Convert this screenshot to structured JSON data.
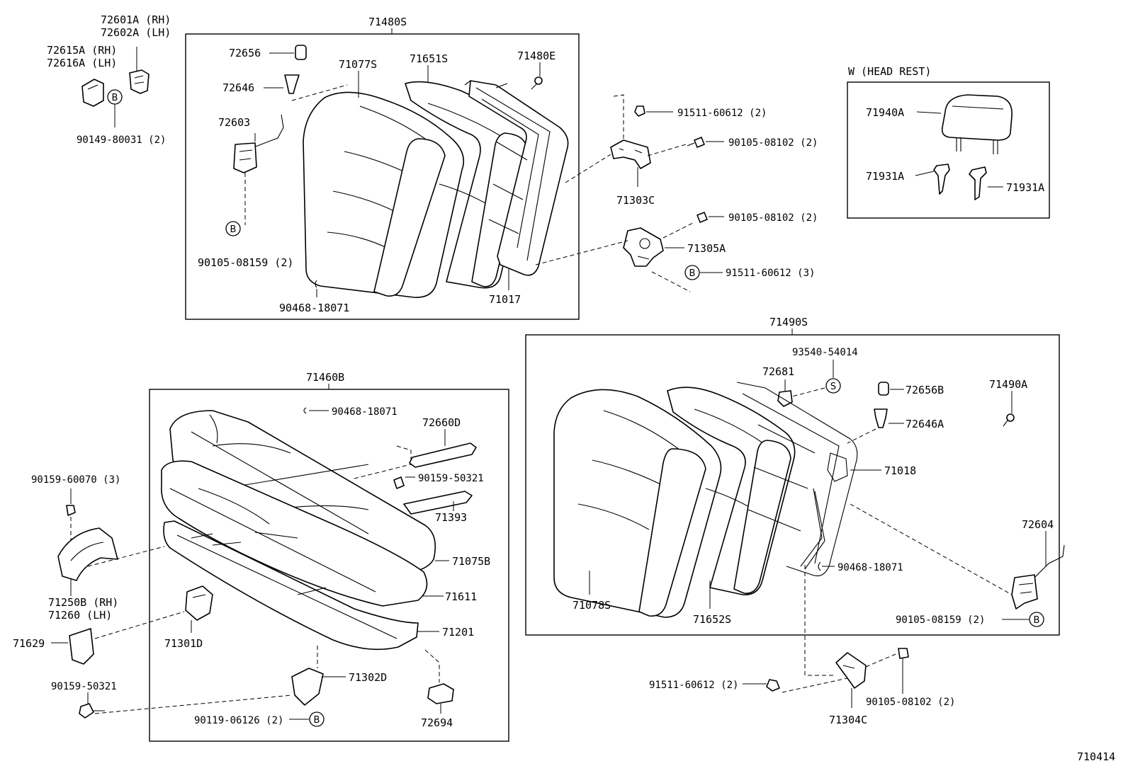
{
  "groups": {
    "seatback_rh": "71480S",
    "seatback_lh": "71490S",
    "cushion": "71460B",
    "headrest": "W (HEAD REST)"
  },
  "labels": {
    "p72601a": "72601A (RH)",
    "p72602a": "72602A (LH)",
    "p72615a": "72615A (RH)",
    "p72616a": "72616A (LH)",
    "p90149": "90149-80031 (2)",
    "p72656": "72656",
    "p72646": "72646",
    "p72603": "72603",
    "p90105_08159_a": "90105-08159 (2)",
    "p71077s": "71077S",
    "p71651s": "71651S",
    "p71480e": "71480E",
    "p90468_a": "90468-18071",
    "p71017": "71017",
    "p91511_a": "91511-60612 (2)",
    "p90105_08102_a": "90105-08102 (2)",
    "p71303c": "71303C",
    "p90105_08102_b": "90105-08102 (2)",
    "p71305a": "71305A",
    "p91511_b": "91511-60612 (3)",
    "p71940a": "71940A",
    "p71931a_l": "71931A",
    "p71931a_r": "71931A",
    "p93540": "93540-54014",
    "p72681": "72681",
    "p72656b": "72656B",
    "p72646a": "72646A",
    "p71490a": "71490A",
    "p71018": "71018",
    "p90468_b": "90468-18071",
    "p72604": "72604",
    "p90105_08159_b": "90105-08159 (2)",
    "p71078s": "71078S",
    "p71652s": "71652S",
    "p91511_c": "91511-60612 (2)",
    "p90105_08102_c": "90105-08102 (2)",
    "p71304c": "71304C",
    "p90468_c": "90468-18071",
    "p72660d": "72660D",
    "p90159_50321_a": "90159-50321",
    "p71393": "71393",
    "p71075b": "71075B",
    "p71611": "71611",
    "p71201": "71201",
    "p71302d": "71302D",
    "p90119": "90119-06126 (2)",
    "p72694": "72694",
    "p71301d": "71301D",
    "p90159_60070": "90159-60070 (3)",
    "p71250b": "71250B (RH)",
    "p71260": "71260   (LH)",
    "p71629": "71629",
    "p90159_50321_b": "90159-50321",
    "diagram_code": "710414"
  },
  "callouts": {
    "b": "B",
    "s": "S"
  }
}
